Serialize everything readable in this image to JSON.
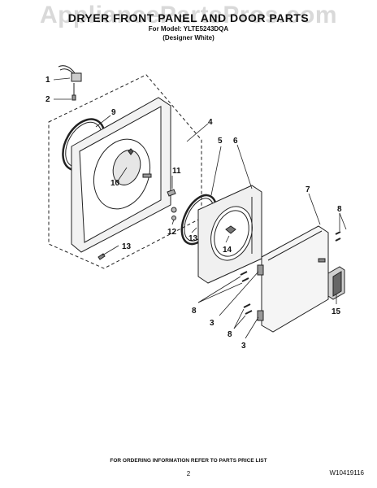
{
  "watermark": "AppliancePartsPros.com",
  "title": "DRYER FRONT PANEL AND DOOR PARTS",
  "model_line": "For Model: YLTE5243DQA",
  "variant": "(Designer White)",
  "callouts": {
    "c1": "1",
    "c2": "2",
    "c3a": "3",
    "c3b": "3",
    "c4": "4",
    "c5": "5",
    "c6": "6",
    "c7": "7",
    "c8a": "8",
    "c8b": "8",
    "c8c": "8",
    "c9": "9",
    "c10": "10",
    "c11": "11",
    "c12": "12",
    "c13a": "13",
    "c13b": "13",
    "c14": "14",
    "c15": "15"
  },
  "footer_text": "FOR ORDERING INFORMATION REFER TO PARTS PRICE LIST",
  "page_number": "2",
  "doc_number": "W10419116",
  "colors": {
    "line": "#222222",
    "fill_part": "#d8d8d8",
    "watermark": "#aaaaaa"
  }
}
